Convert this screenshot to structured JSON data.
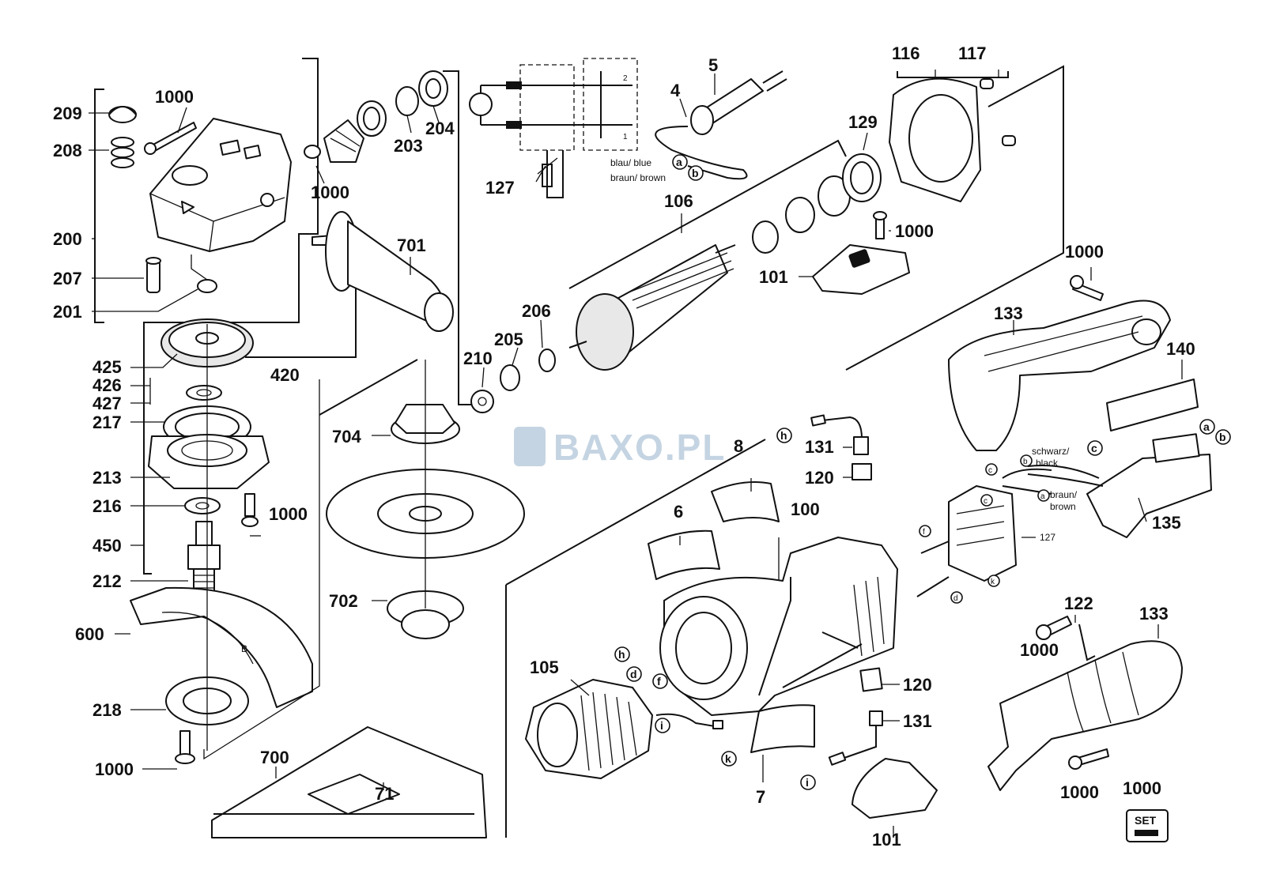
{
  "watermark": {
    "text": "BAXO.PL",
    "color": "#c5d4e2"
  },
  "callouts": [
    {
      "id": "c209",
      "label": "209"
    },
    {
      "id": "c1000a",
      "label": "1000"
    },
    {
      "id": "c208",
      "label": "208"
    },
    {
      "id": "c200",
      "label": "200"
    },
    {
      "id": "c207",
      "label": "207"
    },
    {
      "id": "c201",
      "label": "201"
    },
    {
      "id": "c1000b",
      "label": "1000"
    },
    {
      "id": "c203",
      "label": "203"
    },
    {
      "id": "c204",
      "label": "204"
    },
    {
      "id": "c701",
      "label": "701"
    },
    {
      "id": "c420",
      "label": "420"
    },
    {
      "id": "c425",
      "label": "425"
    },
    {
      "id": "c426",
      "label": "426"
    },
    {
      "id": "c427",
      "label": "427"
    },
    {
      "id": "c217",
      "label": "217"
    },
    {
      "id": "c213",
      "label": "213"
    },
    {
      "id": "c216",
      "label": "216"
    },
    {
      "id": "c1000c",
      "label": "1000"
    },
    {
      "id": "c450",
      "label": "450"
    },
    {
      "id": "c212",
      "label": "212"
    },
    {
      "id": "c600",
      "label": "600"
    },
    {
      "id": "c218",
      "label": "218"
    },
    {
      "id": "c1000d",
      "label": "1000"
    },
    {
      "id": "c700",
      "label": "700"
    },
    {
      "id": "c71",
      "label": "71"
    },
    {
      "id": "c127a",
      "label": "127"
    },
    {
      "id": "c5",
      "label": "5"
    },
    {
      "id": "c4",
      "label": "4"
    },
    {
      "id": "c106",
      "label": "106"
    },
    {
      "id": "c116",
      "label": "116"
    },
    {
      "id": "c117",
      "label": "117"
    },
    {
      "id": "c129",
      "label": "129"
    },
    {
      "id": "c1000e",
      "label": "1000"
    },
    {
      "id": "c101a",
      "label": "101"
    },
    {
      "id": "c206",
      "label": "206"
    },
    {
      "id": "c205",
      "label": "205"
    },
    {
      "id": "c210",
      "label": "210"
    },
    {
      "id": "c704",
      "label": "704"
    },
    {
      "id": "c702",
      "label": "702"
    },
    {
      "id": "c1000f",
      "label": "1000"
    },
    {
      "id": "c133a",
      "label": "133"
    },
    {
      "id": "c140",
      "label": "140"
    },
    {
      "id": "c135",
      "label": "135"
    },
    {
      "id": "c131a",
      "label": "131"
    },
    {
      "id": "c120a",
      "label": "120"
    },
    {
      "id": "c8",
      "label": "8"
    },
    {
      "id": "c6",
      "label": "6"
    },
    {
      "id": "c100",
      "label": "100"
    },
    {
      "id": "c105",
      "label": "105"
    },
    {
      "id": "c7",
      "label": "7"
    },
    {
      "id": "c120b",
      "label": "120"
    },
    {
      "id": "c131b",
      "label": "131"
    },
    {
      "id": "c101b",
      "label": "101"
    },
    {
      "id": "c122",
      "label": "122"
    },
    {
      "id": "c133b",
      "label": "133"
    },
    {
      "id": "c1000g",
      "label": "1000"
    },
    {
      "id": "c1000h",
      "label": "1000"
    },
    {
      "id": "c1000i",
      "label": "1000"
    }
  ],
  "wire_labels": {
    "blue": "blau/ blue",
    "brown": "braun/ brown",
    "black_de": "schwarz/",
    "black_en": "black",
    "brown2_de": "braun/",
    "brown2_en": "brown",
    "ref127": "127",
    "switch_pos_2": "2",
    "switch_pos_1": "1"
  },
  "markers": {
    "a": "a",
    "b": "b",
    "c": "c",
    "d": "d",
    "f": "f",
    "h": "h",
    "i": "i",
    "k": "k"
  },
  "set_badge": {
    "text": "SET"
  },
  "guard_letter": "B"
}
